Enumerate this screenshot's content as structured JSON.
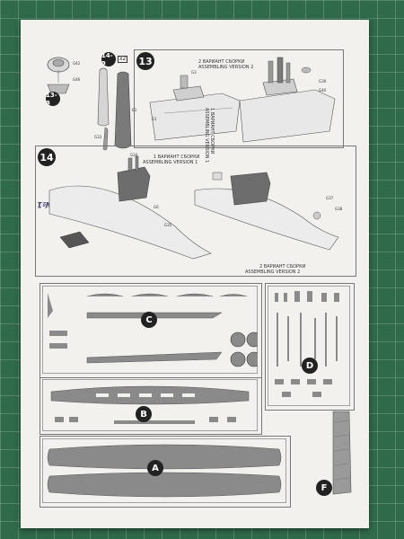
{
  "steps": {
    "step_13a": "13-a",
    "step_14a": "14-a",
    "step_14a_mult": "x2",
    "step_13": "13",
    "step_14": "14"
  },
  "captions": {
    "s13_v2_ru": "2 ВАРИАНТ СБОРКИ",
    "s13_v2_en": "ASSEMBLING VERSION 2",
    "s13_v1_ru": "1 ВАРИАНТ СБОРКИ",
    "s13_v1_en": "ASSEMBLING VERSION 1",
    "s14_v1_ru": "1 ВАРИАНТ СБОРКИ",
    "s14_v1_en": "ASSEMBLING VERSION 1",
    "s14_v2_ru": "2 ВАРИАНТ СБОРКИ",
    "s14_v2_en": "ASSEMBLING VERSION 2"
  },
  "side_title": "Vnedrenie №1",
  "sprues": [
    "A",
    "B",
    "C",
    "D",
    "F"
  ],
  "colors": {
    "mat": "#2f6a4a",
    "paper": "#f2f1ee",
    "badge": "#222222",
    "part_grey": "#8a8a8a"
  }
}
